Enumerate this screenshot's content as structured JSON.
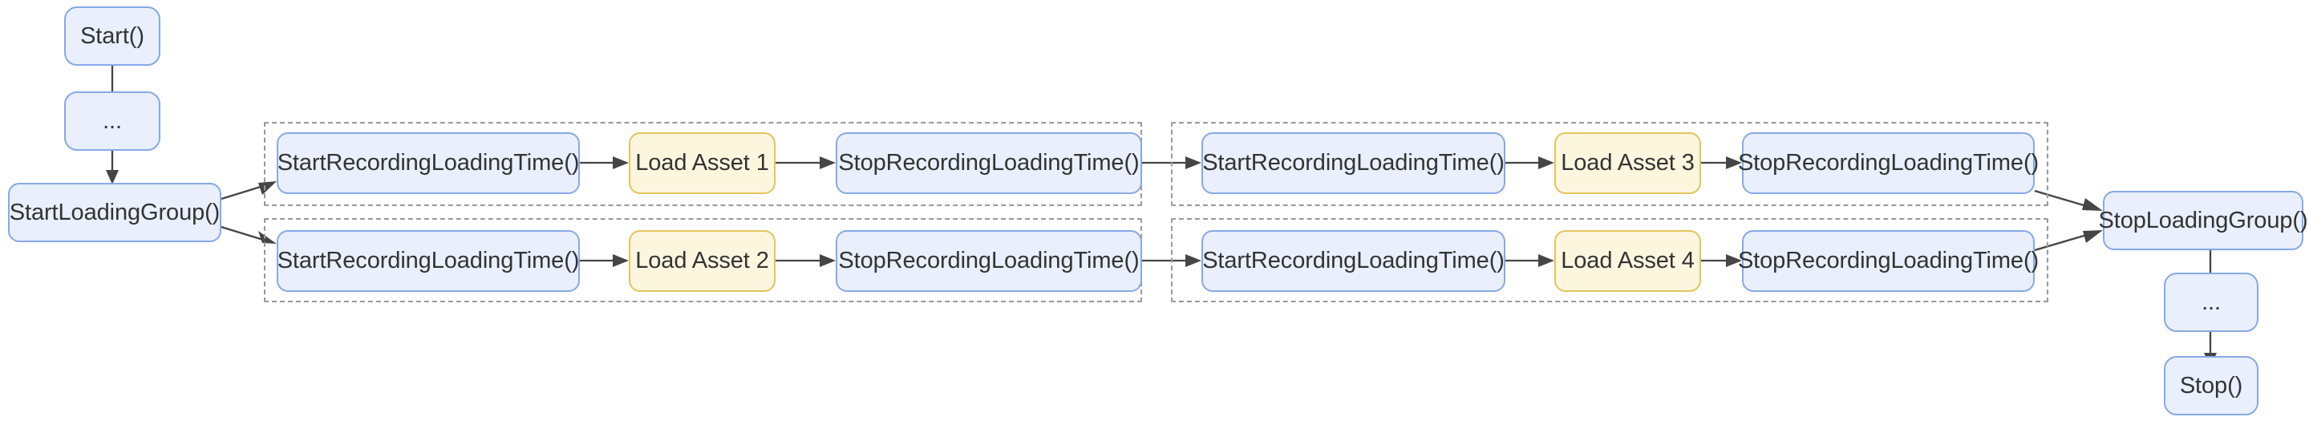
{
  "diagram": {
    "type": "flowchart",
    "direction": "left-to-right",
    "colors": {
      "blue_fill": "#e9effc",
      "blue_border": "#86a9e8",
      "yellow_fill": "#fdf6df",
      "yellow_border": "#e5c35b",
      "text": "#333333",
      "edge": "#454545",
      "group_border": "#999999",
      "background": "#ffffff"
    },
    "entry_chain": {
      "start": "Start()",
      "ellipsis": "...",
      "start_group": "StartLoadingGroup()"
    },
    "exit_chain": {
      "stop_group": "StopLoadingGroup()",
      "ellipsis": "...",
      "stop": "Stop()"
    },
    "groups": [
      {
        "id": "group-1",
        "row": 1,
        "column": 1,
        "nodes": {
          "start_recording": "StartRecordingLoadingTime()",
          "load_asset": "Load Asset 1",
          "stop_recording": "StopRecordingLoadingTime()"
        }
      },
      {
        "id": "group-2",
        "row": 2,
        "column": 1,
        "nodes": {
          "start_recording": "StartRecordingLoadingTime()",
          "load_asset": "Load Asset 2",
          "stop_recording": "StopRecordingLoadingTime()"
        }
      },
      {
        "id": "group-3",
        "row": 1,
        "column": 2,
        "nodes": {
          "start_recording": "StartRecordingLoadingTime()",
          "load_asset": "Load Asset 3",
          "stop_recording": "StopRecordingLoadingTime()"
        }
      },
      {
        "id": "group-4",
        "row": 2,
        "column": 2,
        "nodes": {
          "start_recording": "StartRecordingLoadingTime()",
          "load_asset": "Load Asset 4",
          "stop_recording": "StopRecordingLoadingTime()"
        }
      }
    ]
  }
}
